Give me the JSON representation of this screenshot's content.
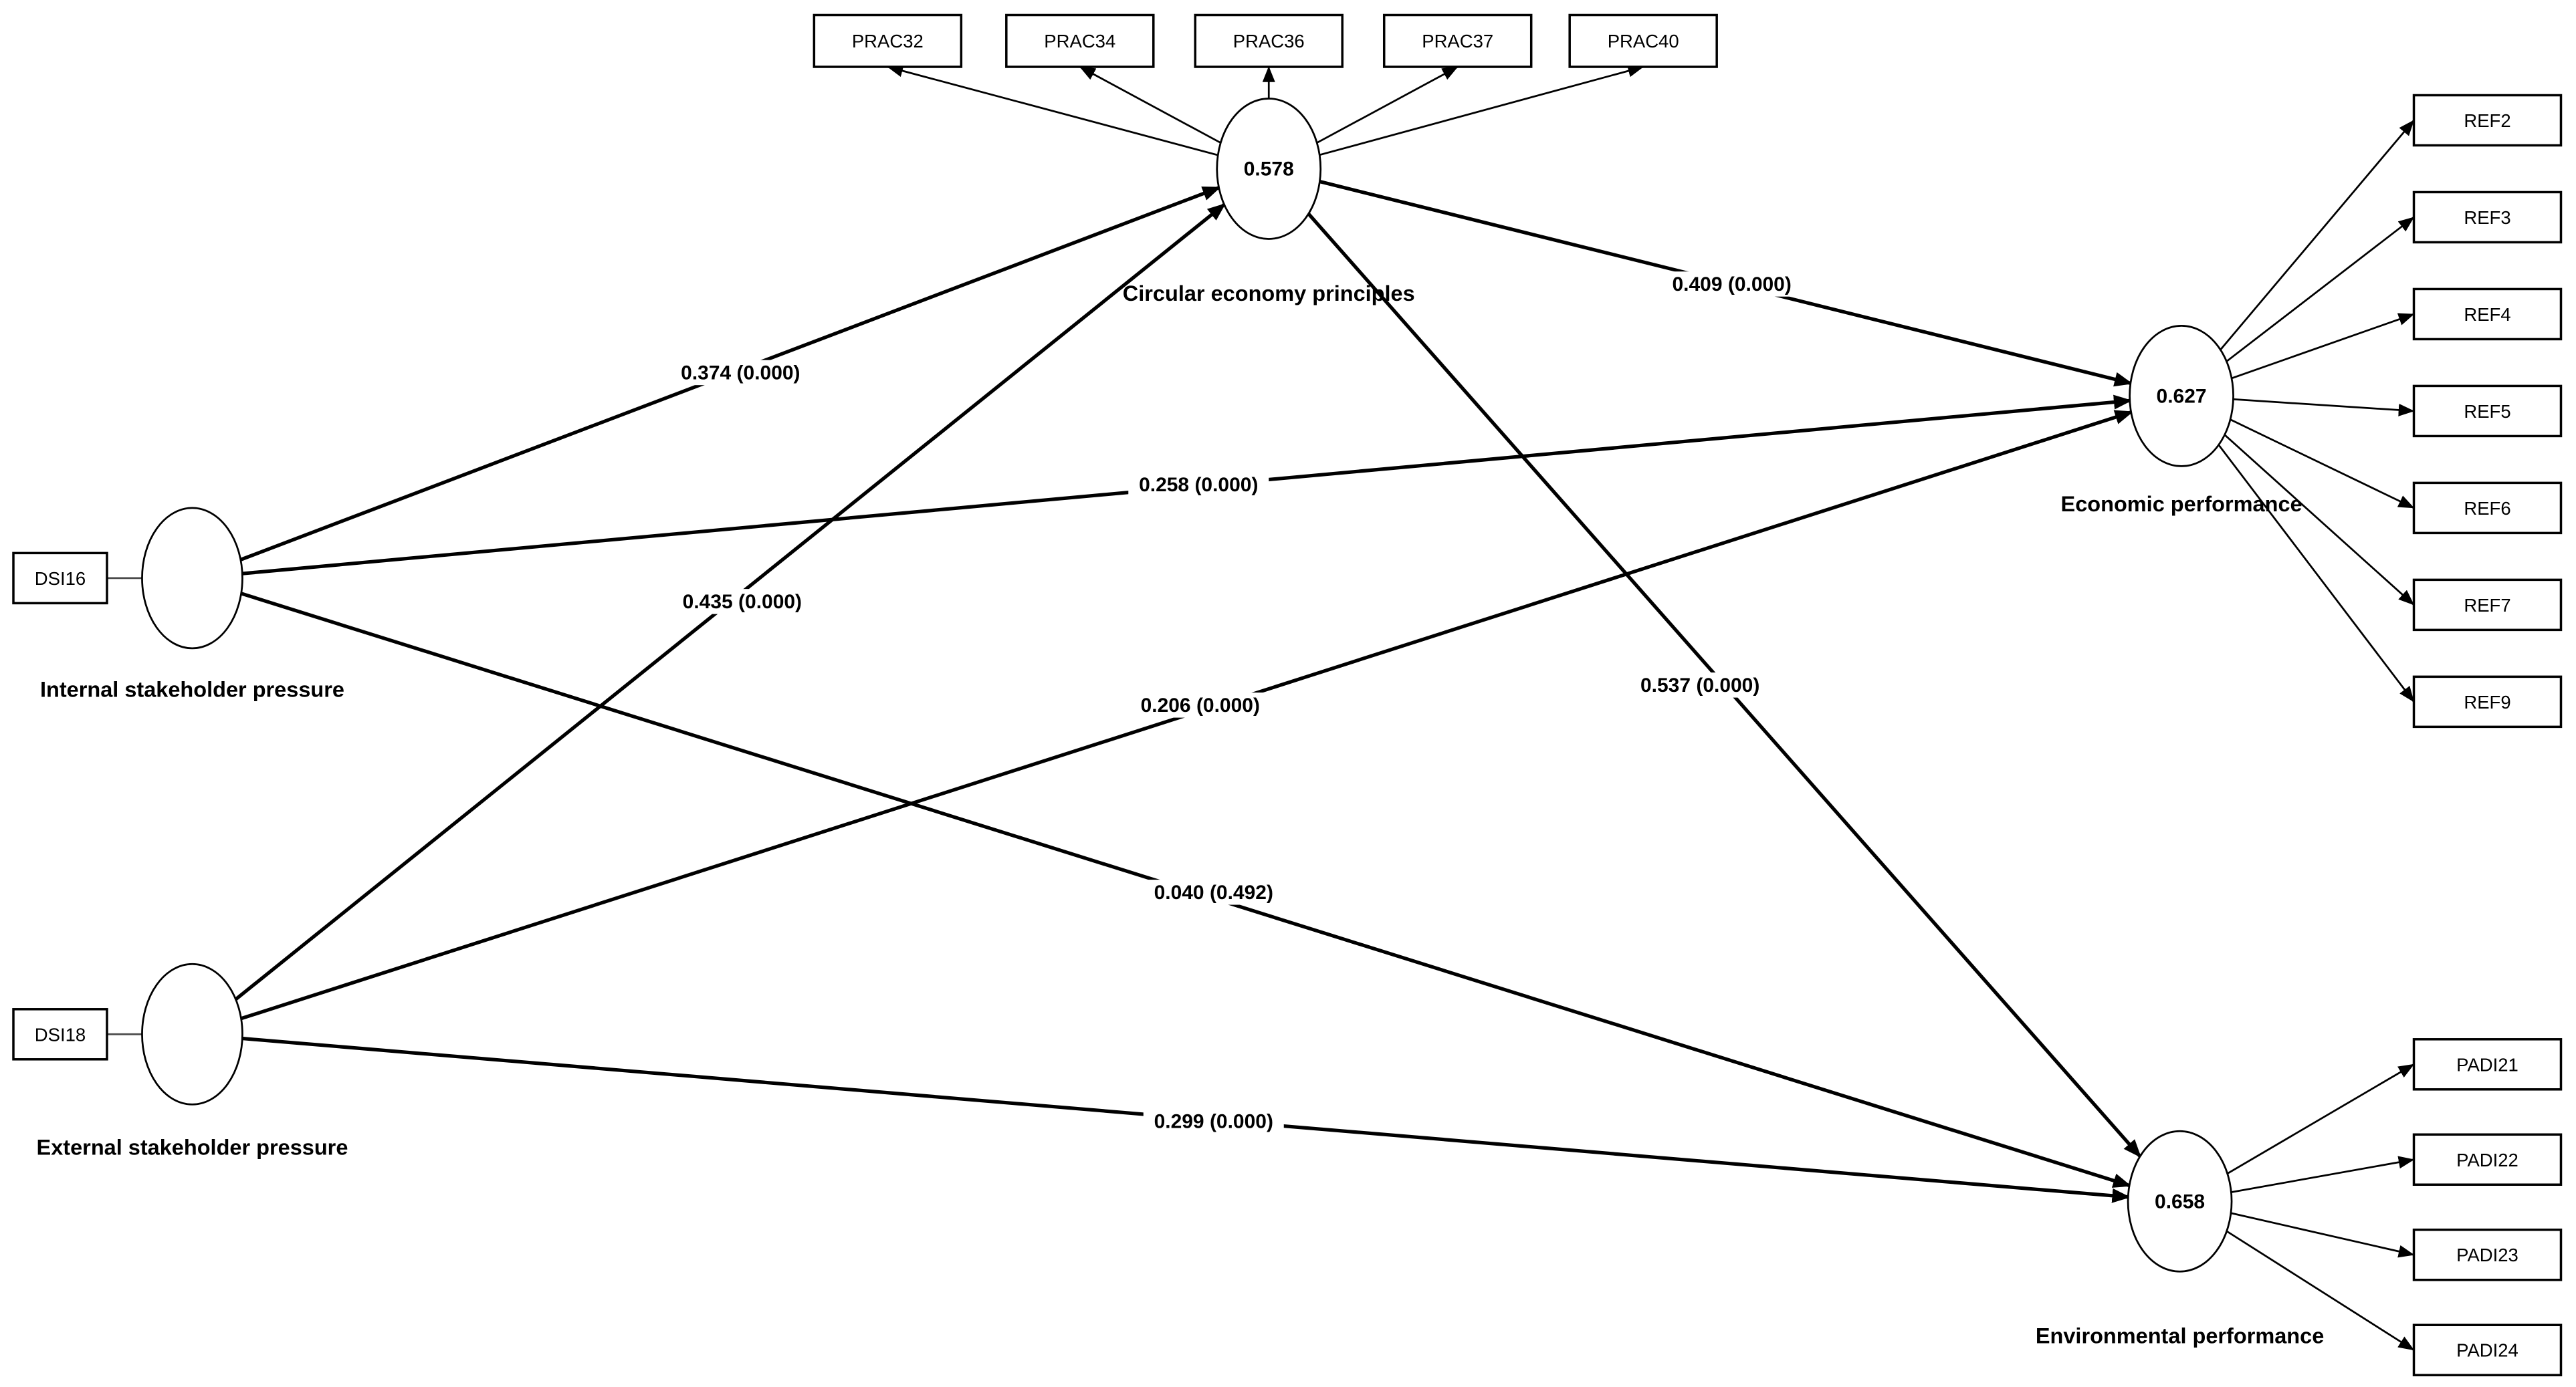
{
  "model": {
    "background": "#ffffff",
    "line_color": "#000000",
    "nodes": [
      {
        "id": "cep",
        "label": "Circular economy principles",
        "r2": "0.578"
      },
      {
        "id": "eco",
        "label": "Economic performance",
        "r2": "0.627"
      },
      {
        "id": "env",
        "label": "Environmental performance",
        "r2": "0.658"
      },
      {
        "id": "isp",
        "label": "Internal stakeholder pressure",
        "r2": ""
      },
      {
        "id": "esp",
        "label": "External stakeholder pressure",
        "r2": ""
      }
    ],
    "indicators": {
      "cep": [
        "PRAC32",
        "PRAC34",
        "PRAC36",
        "PRAC37",
        "PRAC40"
      ],
      "eco": [
        "REF2",
        "REF3",
        "REF4",
        "REF5",
        "REF6",
        "REF7",
        "REF9"
      ],
      "env": [
        "PADI21",
        "PADI22",
        "PADI23",
        "PADI24"
      ],
      "isp": [
        "DSI16"
      ],
      "esp": [
        "DSI18"
      ]
    },
    "paths": [
      {
        "from": "Internal stakeholder pressure",
        "to": "Circular economy principles",
        "label": "0.374 (0.000)"
      },
      {
        "from": "Internal stakeholder pressure",
        "to": "Economic performance",
        "label": "0.258 (0.000)"
      },
      {
        "from": "Internal stakeholder pressure",
        "to": "Environmental performance",
        "label": "0.040 (0.492)"
      },
      {
        "from": "External stakeholder pressure",
        "to": "Circular economy principles",
        "label": "0.435 (0.000)"
      },
      {
        "from": "External stakeholder pressure",
        "to": "Economic performance",
        "label": "0.206 (0.000)"
      },
      {
        "from": "External stakeholder pressure",
        "to": "Environmental performance",
        "label": "0.299 (0.000)"
      },
      {
        "from": "Circular economy principles",
        "to": "Economic performance",
        "label": "0.409 (0.000)"
      },
      {
        "from": "Circular economy principles",
        "to": "Environmental performance",
        "label": "0.537 (0.000)"
      }
    ]
  }
}
